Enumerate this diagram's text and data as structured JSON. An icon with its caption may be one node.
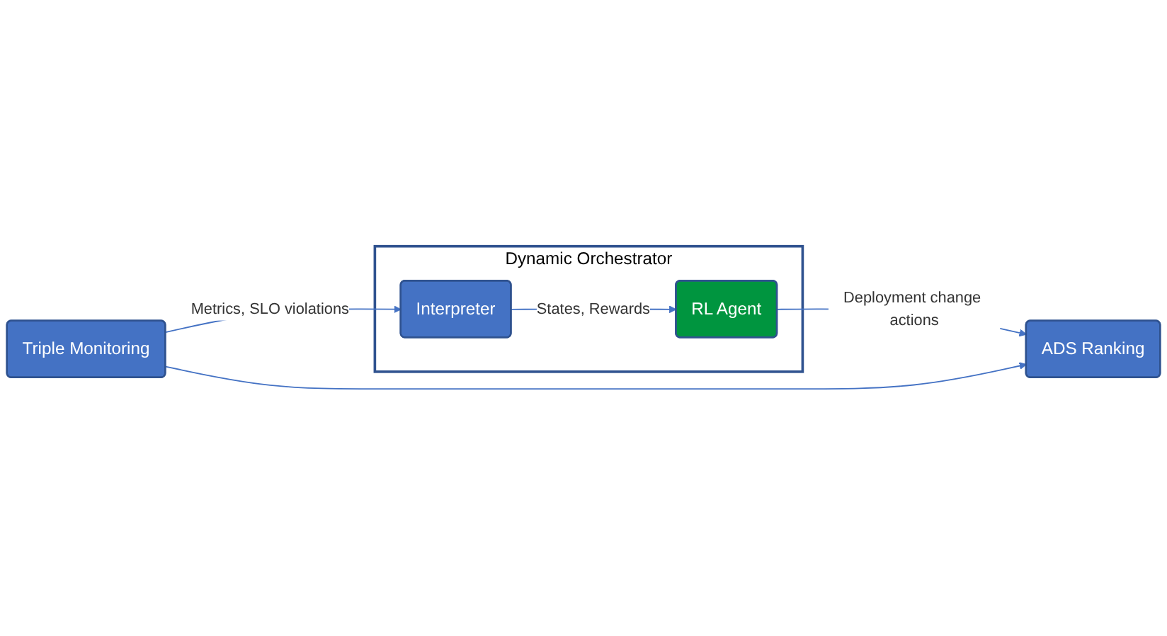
{
  "diagram": {
    "nodes": [
      {
        "text": [
          "Dynamic Orchestrator"
        ]
      },
      {
        "text": [
          "Interpreter"
        ],
        "in": 0
      },
      {
        "text": [
          "RL Agent"
        ],
        "in": 0
      },
      {
        "text": [
          "Triple Monitoring"
        ]
      },
      {
        "text": [
          "ADS Ranking"
        ]
      }
    ],
    "edges": [
      {
        "from": 1,
        "to": 2,
        "arrow": "to",
        "label": "States, Rewards"
      },
      {
        "from": 3,
        "to": 1,
        "arrow": "to",
        "label": "Metrics, SLO violations"
      },
      {
        "from": 2,
        "to": 4,
        "arrow": "to",
        "label": "Deployment change actions"
      },
      {
        "from": 3,
        "to": 4,
        "arrow": "to"
      }
    ]
  }
}
